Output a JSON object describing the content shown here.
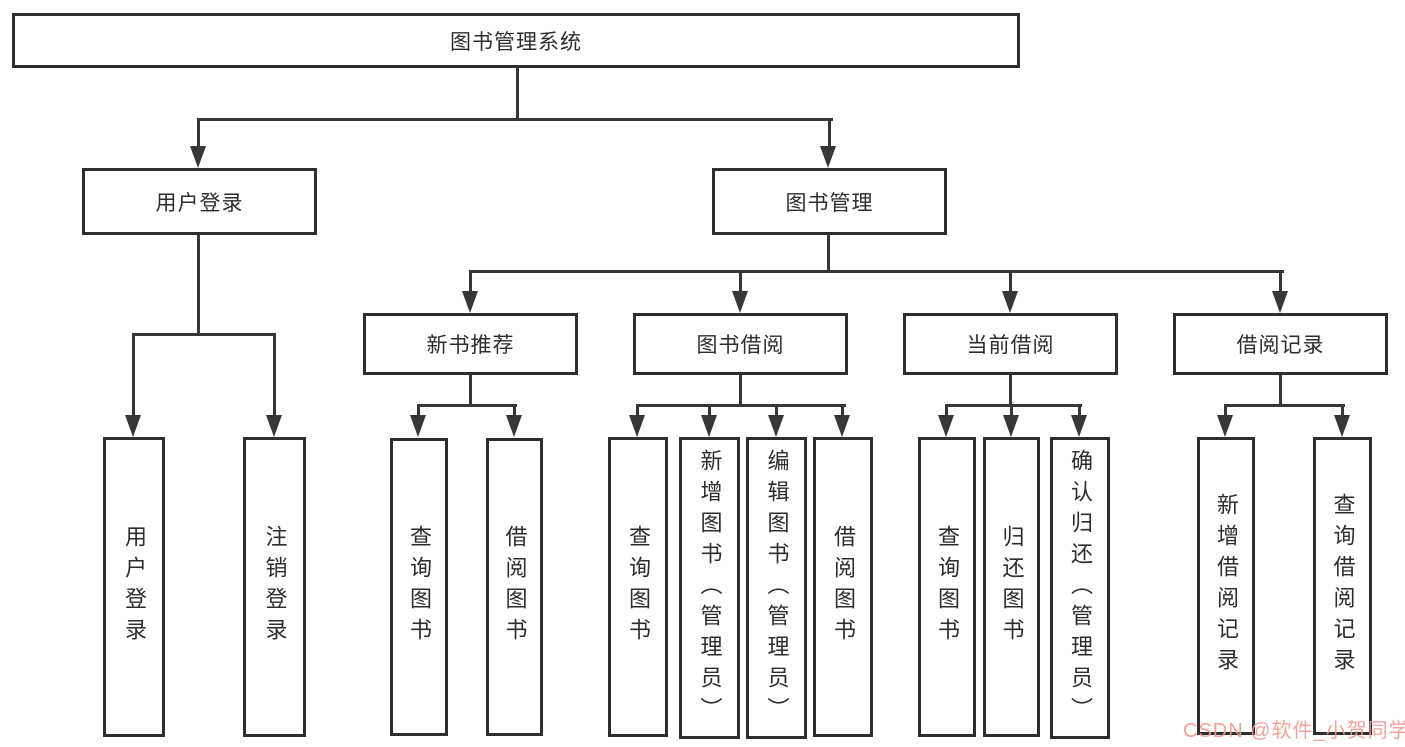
{
  "tree": {
    "root": "图书管理系统",
    "branches": [
      {
        "label": "用户登录",
        "children": [
          "用户登录",
          "注销登录"
        ]
      },
      {
        "label": "图书管理",
        "groups": [
          {
            "label": "新书推荐",
            "children": [
              "查询图书",
              "借阅图书"
            ]
          },
          {
            "label": "图书借阅",
            "children": [
              "查询图书",
              "新增图书（管理员）",
              "编辑图书（管理员）",
              "借阅图书"
            ]
          },
          {
            "label": "当前借阅",
            "children": [
              "查询图书",
              "归还图书",
              "确认归还（管理员）"
            ]
          },
          {
            "label": "借阅记录",
            "children": [
              "新增借阅记录",
              "查询借阅记录"
            ]
          }
        ]
      }
    ]
  },
  "watermark": {
    "text": "CSDN @软件_小贺同学",
    "color": "#f29894"
  },
  "colors": {
    "line": "#373737",
    "border": "#2e2e2e",
    "text": "#2d2d2d",
    "background": "#ffffff"
  }
}
